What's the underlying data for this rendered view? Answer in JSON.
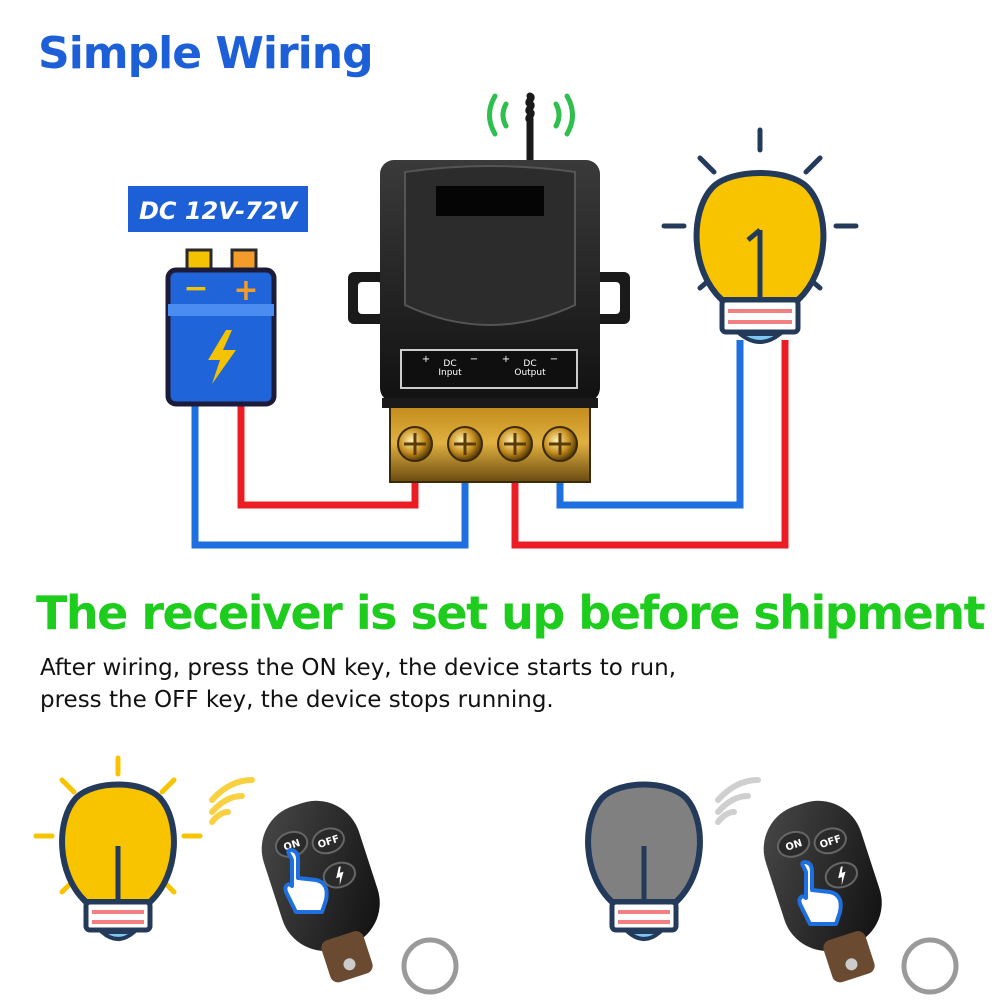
{
  "title": "Simple Wiring",
  "voltage_label": "DC 12V-72V",
  "battery": {
    "minus": "−",
    "plus": "+"
  },
  "receiver": {
    "terminal_input_label": "DC\nInput",
    "terminal_output_label": "DC\nOutput",
    "polarity": [
      "+",
      "−",
      "+",
      "−"
    ]
  },
  "headline": "The receiver is set up before shipment",
  "instructions": [
    "After wiring,  press the ON key, the device starts to run,",
    "press the OFF key, the device stops running."
  ],
  "remote": {
    "on_label": "ON",
    "off_label": "OFF"
  },
  "colors": {
    "title": "#1c5fd6",
    "headline": "#1dcc1d",
    "wire_positive": "#ec1c24",
    "wire_negative": "#1e6fe0",
    "bulb_on": "#f8c400",
    "bulb_off": "#808080",
    "signal_active": "#2fbf4f"
  },
  "states": [
    {
      "bulb": "on",
      "pressed": "ON"
    },
    {
      "bulb": "off",
      "pressed": "OFF"
    }
  ]
}
